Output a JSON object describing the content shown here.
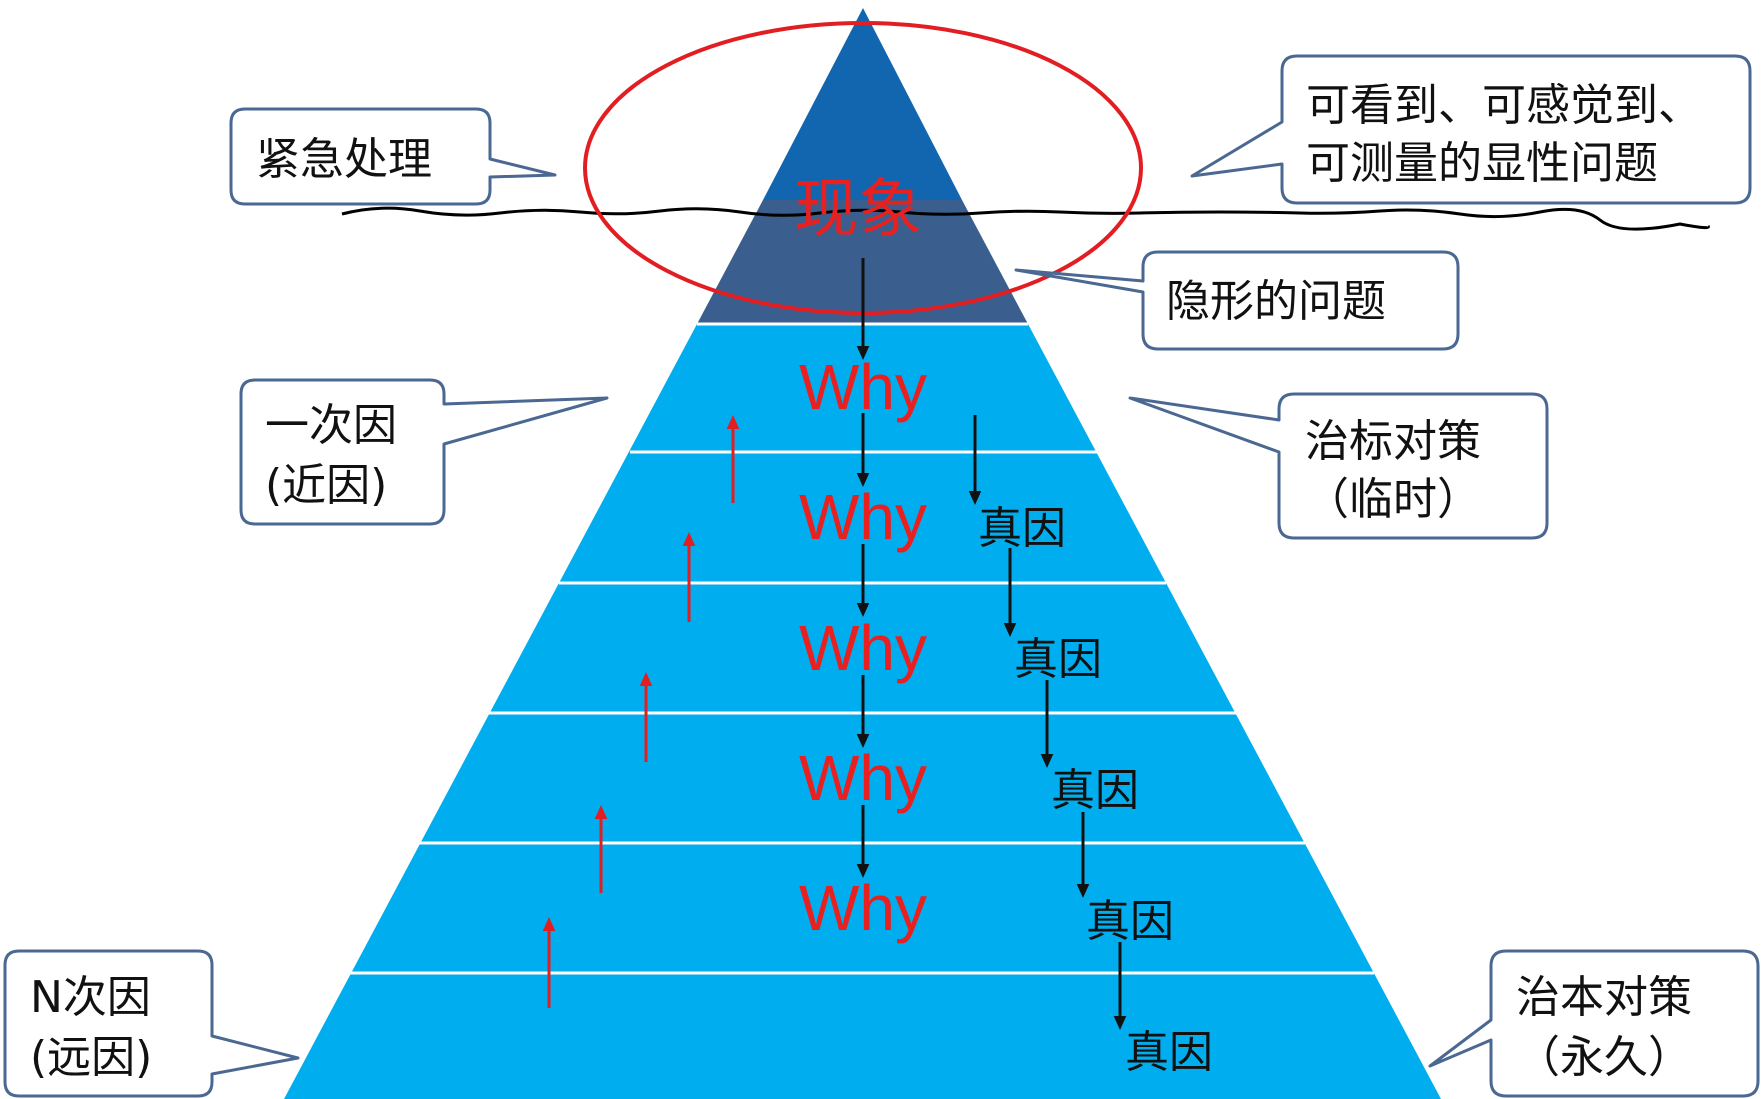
{
  "colors": {
    "apex": "#1266b0",
    "hidden_band": "#3a5f8e",
    "body": "#00aeef",
    "band_line": "#ffffff",
    "callout_border": "#4a6892",
    "ellipse": "#e21e22",
    "why_text": "#e8201f",
    "red_arrow": "#e21e22",
    "black_arrow": "#111111",
    "wave": "#000000"
  },
  "pyramid": {
    "phenomenon": "现象",
    "why_labels": [
      "Why",
      "Why",
      "Why",
      "Why",
      "Why"
    ],
    "cause_labels": [
      "真因",
      "真因",
      "真因",
      "真因",
      "真因"
    ]
  },
  "callouts": {
    "emergency": [
      "紧急处理"
    ],
    "visible_problem": [
      "可看到、可感觉到、",
      "可测量的显性问题"
    ],
    "hidden_problem": [
      "隐形的问题"
    ],
    "primary_cause": [
      "一次因",
      "(近因)"
    ],
    "temporary_measure": [
      "治标对策",
      "（临时）"
    ],
    "nth_cause": [
      "N次因",
      "(远因)"
    ],
    "permanent_measure": [
      "治本对策",
      "（永久）"
    ]
  }
}
